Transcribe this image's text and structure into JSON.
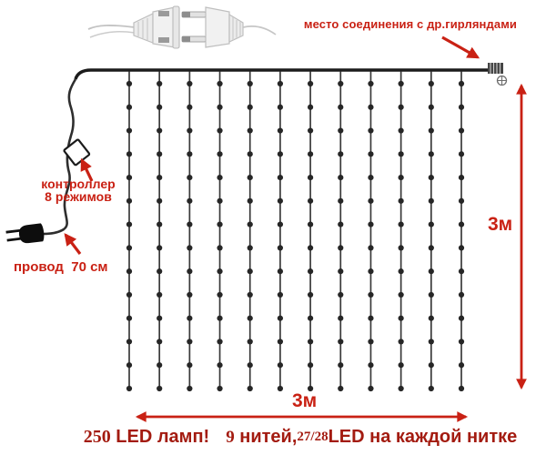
{
  "labels": {
    "connection": "место соединения с др.гирляндами",
    "controller_line1": "контроллер",
    "controller_line2": "8 режимов",
    "cable": "провод  70 см",
    "height": "3м",
    "width": "3м"
  },
  "caption": {
    "lamp_count": "250",
    "lamp_text": " LED ламп!",
    "threads_count": "9",
    "threads_text": " нитей,",
    "per_thread": "27/28",
    "per_thread_text": "LED на каждой нитке"
  },
  "diagram": {
    "strings_drawn": 12,
    "leds_per_string": 14,
    "icons": [
      "euro-plug-pair-icon",
      "garland-connector-icon",
      "crosshair-icon",
      "power-plug-icon",
      "controller-box-icon"
    ],
    "colors": {
      "accent_red": "#c92114",
      "caption_red": "#a31b10",
      "main_wire": "#1c1c1c",
      "string_wire": "#3a3a3a",
      "led_dot": "#262626",
      "controller_fill": "#ffffff",
      "plug_gray": "#f0f0f0"
    }
  }
}
